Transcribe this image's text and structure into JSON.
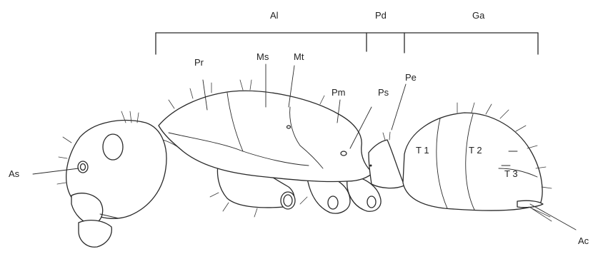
{
  "regions": {
    "al": "Al",
    "pd": "Pd",
    "ga": "Ga"
  },
  "parts": {
    "pr": "Pr",
    "ms": "Ms",
    "mt": "Mt",
    "pm": "Pm",
    "ps": "Ps",
    "pe": "Pe",
    "as": "As",
    "t1": "T 1",
    "t2": "T 2",
    "t3": "T 3",
    "ac": "Ac"
  }
}
